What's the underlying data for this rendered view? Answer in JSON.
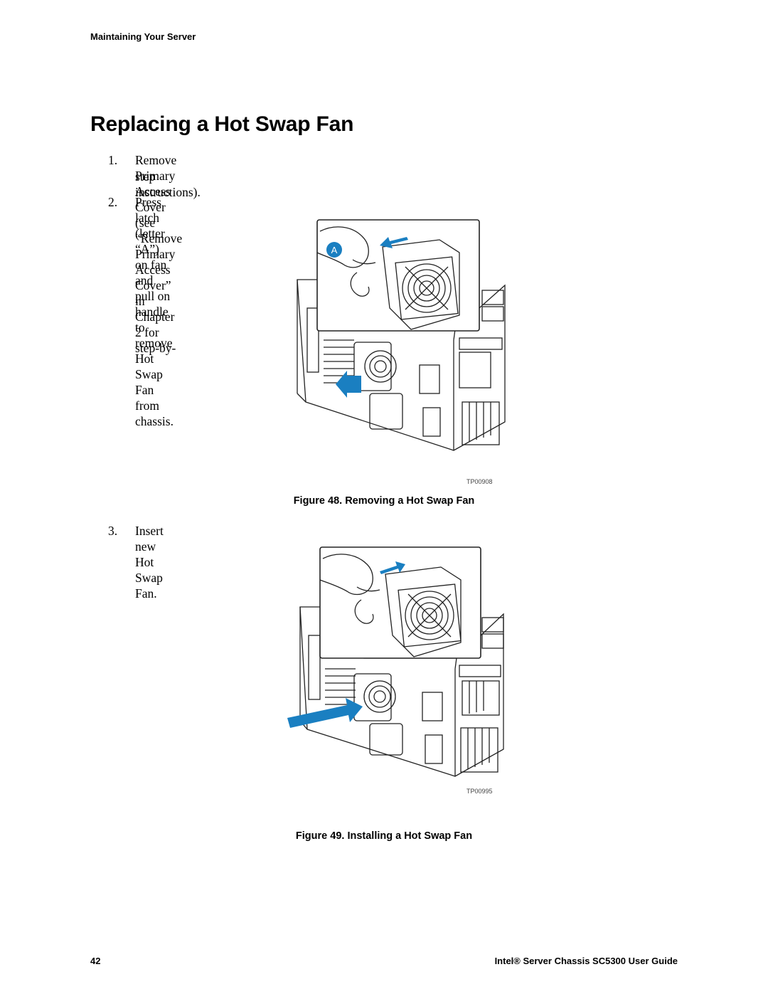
{
  "header": {
    "section": "Maintaining Your Server"
  },
  "title": "Replacing a Hot Swap Fan",
  "steps": [
    {
      "num": "1.",
      "line1": "Remove Primary Access Cover (see “Remove Primary Access Cover” in Chapter 2 for step-by-",
      "line2": "step instructions)."
    },
    {
      "num": "2.",
      "line1": "Press latch (letter “A”) on fan and pull on handle to remove Hot Swap Fan from chassis."
    },
    {
      "num": "3.",
      "line1": "Insert new Hot Swap Fan."
    }
  ],
  "figure48": {
    "callout": "A",
    "code": "TP00908",
    "caption": "Figure 48.  Removing a Hot Swap Fan"
  },
  "figure49": {
    "code": "TP00995",
    "caption": "Figure 49.  Installing a Hot Swap Fan"
  },
  "footer": {
    "page_number": "42",
    "doc_title": "Intel® Server Chassis SC5300 User Guide"
  },
  "colors": {
    "arrow": "#1a7fc1",
    "line": "#222222"
  }
}
